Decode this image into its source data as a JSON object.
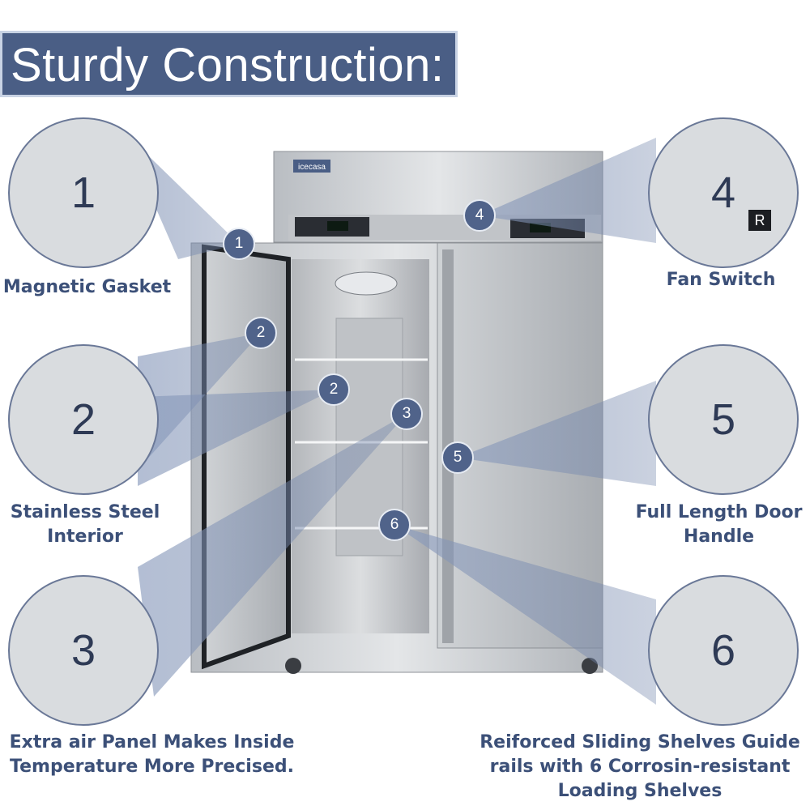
{
  "header": {
    "title": "Sturdy Construction:"
  },
  "brand": {
    "logo_text": "icecasa"
  },
  "features": [
    {
      "number": "1",
      "label": "Magnetic Gasket"
    },
    {
      "number": "2",
      "label": "Stainless Steel\nInterior"
    },
    {
      "number": "3",
      "label": "Extra air Panel Makes Inside\nTemperature More Precised."
    },
    {
      "number": "4",
      "label": "Fan Switch"
    },
    {
      "number": "5",
      "label": "Full Length Door\nHandle"
    },
    {
      "number": "6",
      "label": "Reiforced Sliding Shelves Guide\nrails with 6 Corrosin-resistant\nLoading Shelves"
    }
  ],
  "switch_key": "R",
  "colors": {
    "accent": "#4a5e85",
    "label_text": "#3c5078",
    "steel": "#c8cbcf"
  }
}
